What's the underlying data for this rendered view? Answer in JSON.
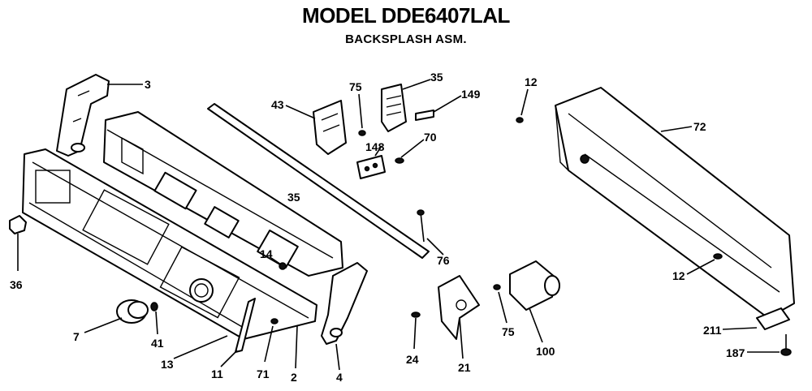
{
  "header": {
    "title": "MODEL DDE6407LAL",
    "subtitle": "BACKSPLASH ASM."
  },
  "callouts": {
    "c3": "3",
    "c75a": "75",
    "c35a": "35",
    "c149": "149",
    "c12a": "12",
    "c43": "43",
    "c70": "70",
    "c148": "148",
    "c72": "72",
    "c35b": "35",
    "c14": "14",
    "c76": "76",
    "c12b": "12",
    "c36": "36",
    "c7": "7",
    "c41": "41",
    "c13": "13",
    "c11": "11",
    "c71": "71",
    "c2": "2",
    "c4": "4",
    "c24": "24",
    "c21": "21",
    "c75b": "75",
    "c100": "100",
    "c211": "211",
    "c187": "187"
  }
}
